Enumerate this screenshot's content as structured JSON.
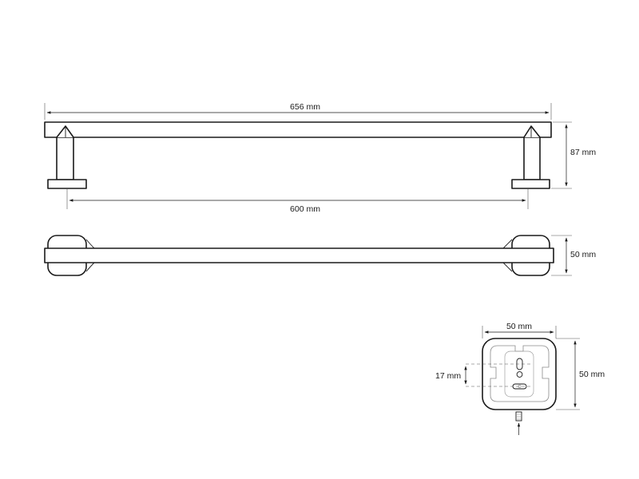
{
  "colors": {
    "line": "#1a1a1a",
    "background": "#ffffff"
  },
  "dimensions": {
    "overall_length": "656 mm",
    "mount_spacing": "600 mm",
    "projection": "87 mm",
    "depth": "50 mm",
    "base_width": "50 mm",
    "base_height": "50 mm",
    "hole_spacing": "17 mm"
  }
}
